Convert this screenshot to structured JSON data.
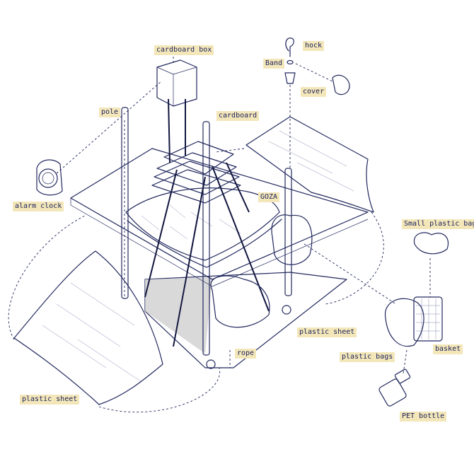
{
  "labels": {
    "cardboard_box": "cardboard box",
    "hock": "hock",
    "band": "Band",
    "cover": "cover",
    "pole": "pole",
    "cardboard": "cardboard",
    "alarm_clock": "alarm clock",
    "goza": "GOZA",
    "small_plastic_bags": "Small plastic bags",
    "plastic_sheet_right": "plastic sheet",
    "plastic_bags": "plastic bags",
    "basket": "basket",
    "rope": "rope",
    "plastic_sheet_left": "plastic sheet",
    "pet_bottle": "PET bottle"
  },
  "colors": {
    "ink": "#22295e",
    "label_bg": "#f3e7b9",
    "shadow": "#c9c9c9"
  }
}
